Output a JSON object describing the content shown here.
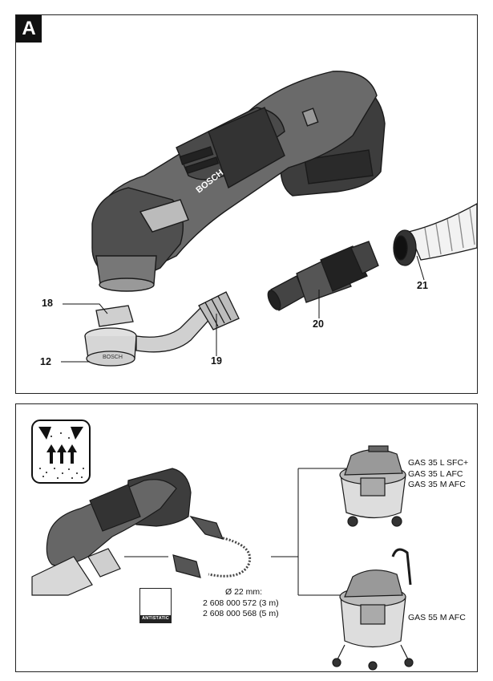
{
  "panel_a": {
    "badge": "A",
    "callouts": {
      "c18": "18",
      "c12": "12",
      "c19": "19",
      "c20": "20",
      "c21": "21"
    },
    "brand": "BOSCH"
  },
  "panel_b": {
    "hose": {
      "diameter": "Ø 22 mm:",
      "part_3m": "2 608 000 572 (3 m)",
      "part_5m": "2 608 000 568 (5 m)"
    },
    "antistatic_label": "ANTISTATIC",
    "vac_models_top": [
      "GAS 35 L SFC+",
      "GAS 35 L AFC",
      "GAS 35 M AFC"
    ],
    "vac_model_bottom": "GAS 55 M AFC"
  }
}
